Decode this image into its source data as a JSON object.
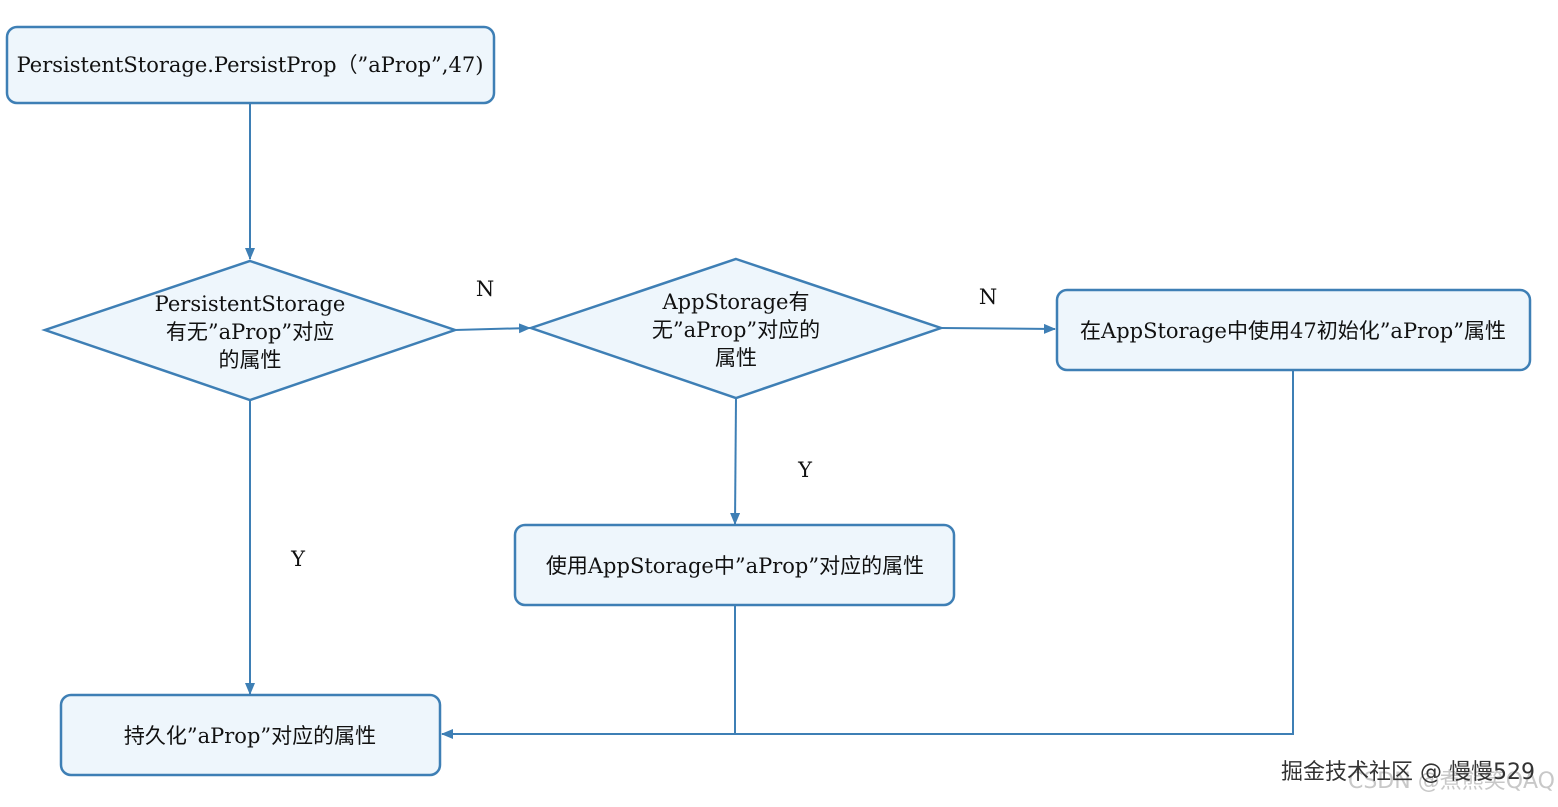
{
  "nodes": {
    "start": {
      "text": "PersistentStorage.PersistProp（”aProp”,47)"
    },
    "check_persistent": {
      "lines": [
        "PersistentStorage",
        "有无”aProp”对应",
        "的属性"
      ]
    },
    "check_appstorage": {
      "lines": [
        "AppStorage有",
        "无”aProp”对应的",
        "属性"
      ]
    },
    "init_appstorage": {
      "text": "在AppStorage中使用47初始化”aProp”属性"
    },
    "use_appstorage": {
      "text": "使用AppStorage中”aProp”对应的属性"
    },
    "persist": {
      "text": "持久化”aProp”对应的属性"
    }
  },
  "edge_labels": {
    "persistent_no": "N",
    "appstorage_no": "N",
    "appstorage_yes": "Y",
    "persistent_yes": "Y"
  },
  "watermark": {
    "main": "掘金技术社区 @ 慢慢529",
    "faded": "CSDN @煮熊笑QAQ"
  }
}
